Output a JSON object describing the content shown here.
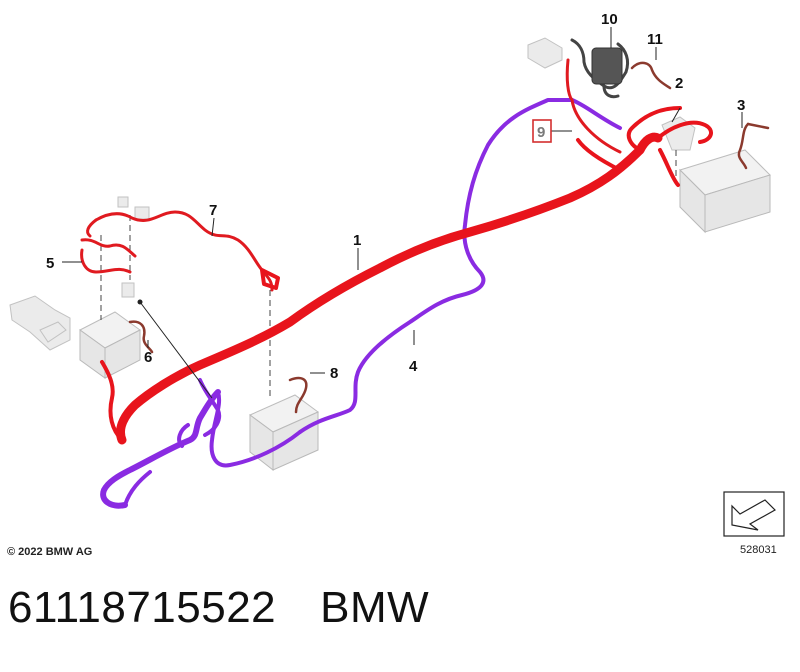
{
  "diagram": {
    "callouts": {
      "c1": "1",
      "c2": "2",
      "c3": "3",
      "c4": "4",
      "c5": "5",
      "c6": "6",
      "c7": "7",
      "c8": "8",
      "c9": "9",
      "c10": "10",
      "c11": "11"
    },
    "highlighted_callout": "9",
    "copyright": "© 2022 BMW AG",
    "reference_number": "528031",
    "colors": {
      "main_cable": "#e8141c",
      "secondary_cable": "#8a2be2",
      "highlight_box": "#d32f2f",
      "ground_strap": "#8b3a2e"
    }
  },
  "footer": {
    "part_number": "61118715522",
    "brand": "BMW"
  }
}
